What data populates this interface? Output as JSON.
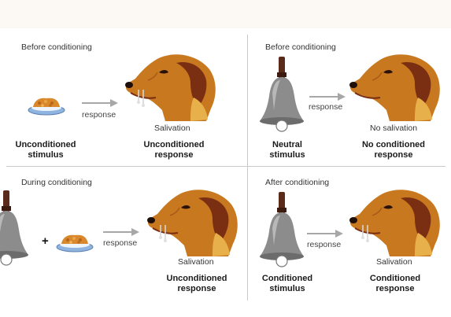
{
  "panels": [
    {
      "title": "Before conditioning",
      "arrow_label": "response",
      "result_caption": "Salivation",
      "left_label": [
        "Unconditioned",
        "stimulus"
      ],
      "right_label": [
        "Unconditioned",
        "response"
      ]
    },
    {
      "title": "Before conditioning",
      "arrow_label": "response",
      "result_caption": "No salivation",
      "left_label": [
        "Neutral",
        "stimulus"
      ],
      "right_label": [
        "No conditioned",
        "response"
      ]
    },
    {
      "title": "During conditioning",
      "arrow_label": "response",
      "result_caption": "Salivation",
      "plus": "+",
      "left_label": [],
      "right_label": [
        "Unconditioned",
        "response"
      ]
    },
    {
      "title": "After conditioning",
      "arrow_label": "response",
      "result_caption": "Salivation",
      "left_label": [
        "Conditioned",
        "stimulus"
      ],
      "right_label": [
        "Conditioned",
        "response"
      ]
    }
  ],
  "colors": {
    "dog_main": "#c8791f",
    "dog_dark": "#7a2f12",
    "dog_light": "#e8b04a",
    "bell_body": "#8c8c8c",
    "bell_handle": "#5a2a1a",
    "food": "#d9892b",
    "dish": "#8fb4e0",
    "arrow": "#a7a7a7"
  },
  "icons": [
    "food-bowl-icon",
    "bell-icon",
    "dog-head-icon",
    "arrow-icon"
  ]
}
